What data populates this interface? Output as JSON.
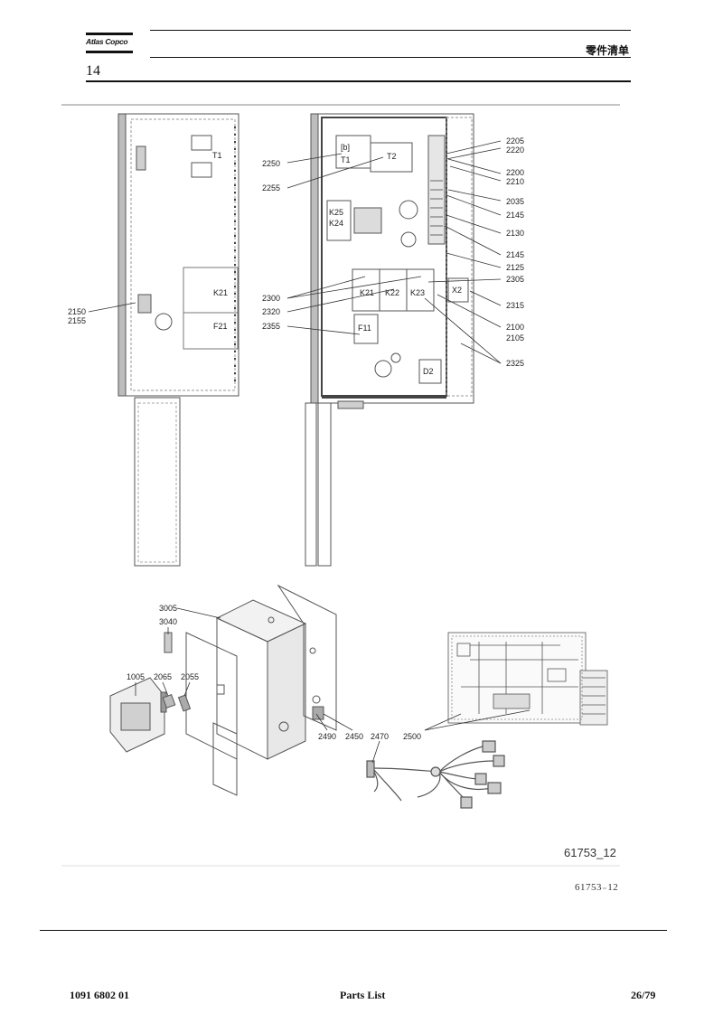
{
  "header": {
    "brand": "Atlas Copco",
    "section_number": "14",
    "doc_title": "零件清单"
  },
  "figure": {
    "image_caption": "61753_12",
    "caption": "61753₋12",
    "callouts_top_left": [
      "2150",
      "2155"
    ],
    "callouts_top_center": [
      "2250",
      "2255",
      "2300",
      "2320",
      "2355"
    ],
    "callouts_top_right": [
      "2205",
      "2220",
      "2200",
      "2210",
      "2035",
      "2145",
      "2130",
      "2145",
      "2125",
      "2305",
      "2315",
      "2100",
      "2105",
      "2325"
    ],
    "callouts_bottom": [
      "3005",
      "3040",
      "1005",
      "2065",
      "2055",
      "2490",
      "2450",
      "2470",
      "2500"
    ],
    "component_labels": [
      "T1",
      "K21",
      "F21",
      "T2",
      "K22",
      "K23",
      "F11",
      "X2",
      "D2",
      "K25",
      "K24"
    ]
  },
  "footer": {
    "part_number": "1091 6802 01",
    "doc_type": "Parts List",
    "page": "26/79"
  }
}
